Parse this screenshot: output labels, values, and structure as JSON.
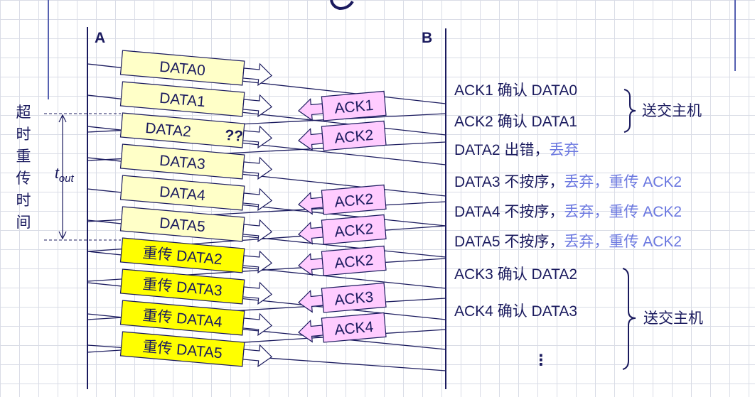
{
  "labels": {
    "station_a": "A",
    "station_b": "B",
    "timeout_base": "t",
    "timeout_sub": "out",
    "timeout_chars": [
      "超",
      "时",
      "重",
      "传",
      "时",
      "间"
    ],
    "error_mark": "??",
    "deliver": "送交主机",
    "ellipsis": "⋮"
  },
  "frames": [
    {
      "text": "DATA0",
      "style": "normal"
    },
    {
      "text": "DATA1",
      "style": "normal"
    },
    {
      "text": "DATA2",
      "style": "normal"
    },
    {
      "text": "DATA3",
      "style": "normal"
    },
    {
      "text": "DATA4",
      "style": "normal"
    },
    {
      "text": "DATA5",
      "style": "normal"
    },
    {
      "text": "重传 DATA2",
      "style": "retx"
    },
    {
      "text": "重传 DATA3",
      "style": "retx"
    },
    {
      "text": "重传 DATA4",
      "style": "retx"
    },
    {
      "text": "重传 DATA5",
      "style": "retx"
    }
  ],
  "acks": [
    "ACK1",
    "ACK2",
    "ACK2",
    "ACK2",
    "ACK2",
    "ACK3",
    "ACK4"
  ],
  "events": [
    [
      {
        "t": "ACK1 确认 DATA0",
        "c": "dark"
      }
    ],
    [
      {
        "t": "ACK2 确认 DATA1",
        "c": "dark"
      }
    ],
    [
      {
        "t": "DATA2 出错，",
        "c": "dark"
      },
      {
        "t": "丢弃",
        "c": "light"
      }
    ],
    [
      {
        "t": "DATA3 不按序，",
        "c": "dark"
      },
      {
        "t": "丢弃，",
        "c": "light"
      },
      {
        "t": "重传 ACK2",
        "c": "light"
      }
    ],
    [
      {
        "t": "DATA4 不按序，",
        "c": "dark"
      },
      {
        "t": "丢弃，",
        "c": "light"
      },
      {
        "t": "重传 ACK2",
        "c": "light"
      }
    ],
    [
      {
        "t": "DATA5 不按序，",
        "c": "dark"
      },
      {
        "t": "丢弃，",
        "c": "light"
      },
      {
        "t": "重传 ACK2",
        "c": "light"
      }
    ],
    [
      {
        "t": "ACK3 确认 DATA2",
        "c": "dark"
      }
    ],
    [
      {
        "t": "ACK4 确认 DATA3",
        "c": "dark"
      }
    ]
  ],
  "colors": {
    "ink": "#1a1a5e",
    "frame_fill": "#ffffc8",
    "retx_fill": "#ffff00",
    "ack_fill": "#ffccff",
    "arrow_fill": "#ffffff",
    "discard_text": "#6b78e0"
  }
}
